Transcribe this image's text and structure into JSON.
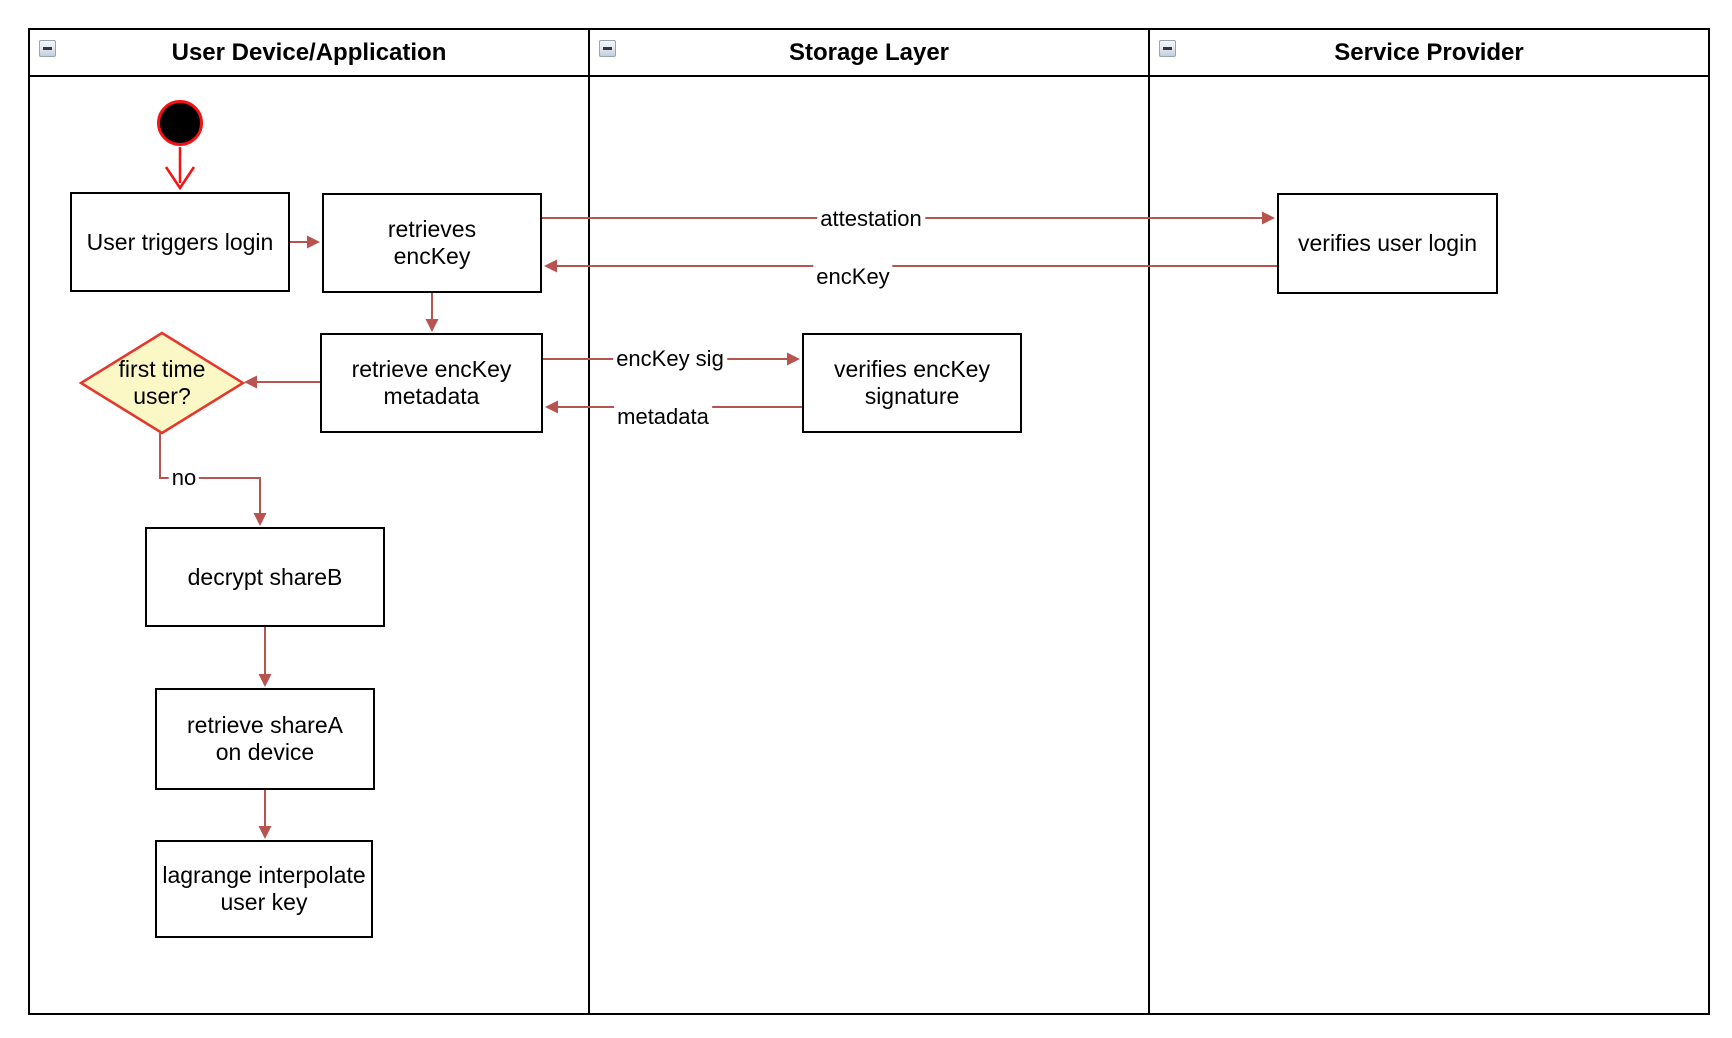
{
  "lanes": [
    {
      "title": "User Device/Application"
    },
    {
      "title": "Storage Layer"
    },
    {
      "title": "Service Provider"
    }
  ],
  "icons": {
    "collapse": "minus-in-square"
  },
  "nodes": {
    "start": {
      "type": "initial-node"
    },
    "user_triggers_login": {
      "label": "User triggers login"
    },
    "retrieves_enckey": {
      "label": "retrieves\nencKey"
    },
    "retrieve_enckey_metadata": {
      "label": "retrieve encKey\nmetadata"
    },
    "first_time_user": {
      "label": "first time\nuser?"
    },
    "decrypt_shareb": {
      "label": "decrypt shareB"
    },
    "retrieve_sharea": {
      "label": "retrieve shareA\non device"
    },
    "lagrange_interpolate": {
      "label": "lagrange interpolate\nuser key"
    },
    "verifies_enckey_signature": {
      "label": "verifies encKey\nsignature"
    },
    "verifies_user_login": {
      "label": "verifies user login"
    }
  },
  "edges": {
    "attestation": {
      "label": "attestation"
    },
    "enckey": {
      "label": "encKey"
    },
    "enckey_sig": {
      "label": "encKey sig"
    },
    "metadata": {
      "label": "metadata"
    },
    "no_branch": {
      "label": "no"
    }
  },
  "colors": {
    "lane_border": "#000000",
    "node_border": "#000000",
    "node_fill": "#ffffff",
    "edge_red": "#B85450",
    "start_red": "#F51111",
    "diamond_stroke": "#E8352C",
    "diamond_fill": "#FBF8C5"
  }
}
